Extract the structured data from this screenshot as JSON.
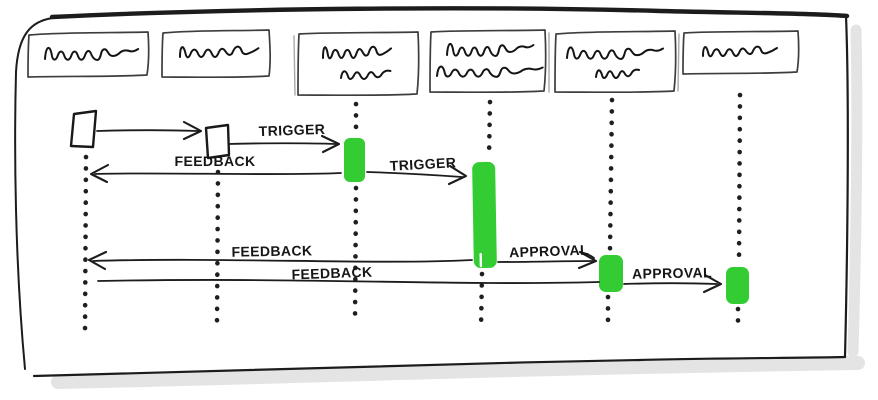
{
  "colors": {
    "ink": "#1c1c1c",
    "activation_green": "#33cc33",
    "shadow_gray": "#e4e4e4",
    "paper": "#ffffff"
  },
  "diagram": {
    "kind": "hand-drawn sequence diagram sketch",
    "actors": [
      {
        "id": 1,
        "label": "",
        "label_style": "illegible-handwriting",
        "text_lines": 1
      },
      {
        "id": 2,
        "label": "",
        "label_style": "illegible-handwriting",
        "text_lines": 1
      },
      {
        "id": 3,
        "label": "",
        "label_style": "illegible-handwriting",
        "text_lines": 2
      },
      {
        "id": 4,
        "label": "",
        "label_style": "illegible-handwriting",
        "text_lines": 2
      },
      {
        "id": 5,
        "label": "",
        "label_style": "illegible-handwriting",
        "text_lines": 2
      },
      {
        "id": 6,
        "label": "",
        "label_style": "illegible-handwriting",
        "text_lines": 1
      }
    ],
    "messages": [
      {
        "from": 1,
        "to": 2,
        "label": "",
        "arrowhead": true
      },
      {
        "from": 2,
        "to": 3,
        "label": "TRIGGER",
        "arrowhead": true
      },
      {
        "from": 3,
        "to": 1,
        "label": "FEEDBACK",
        "arrowhead": true
      },
      {
        "from": 3,
        "to": 4,
        "label": "TRIGGER",
        "arrowhead": true
      },
      {
        "from": 4,
        "to": 1,
        "label": "FEEDBACK",
        "arrowhead": true
      },
      {
        "from": 4,
        "to": 5,
        "label": "APPROVAL",
        "arrowhead": true
      },
      {
        "from": 5,
        "to": 1,
        "label": "FEEDBACK",
        "arrowhead": false
      },
      {
        "from": 5,
        "to": 6,
        "label": "APPROVAL",
        "arrowhead": true
      }
    ],
    "activations": [
      {
        "actor": 1,
        "style": "outlined-white"
      },
      {
        "actor": 2,
        "style": "outlined-white"
      },
      {
        "actor": 3,
        "style": "green-marker"
      },
      {
        "actor": 4,
        "style": "green-marker"
      },
      {
        "actor": 5,
        "style": "green-marker"
      },
      {
        "actor": 6,
        "style": "green-marker"
      }
    ]
  }
}
